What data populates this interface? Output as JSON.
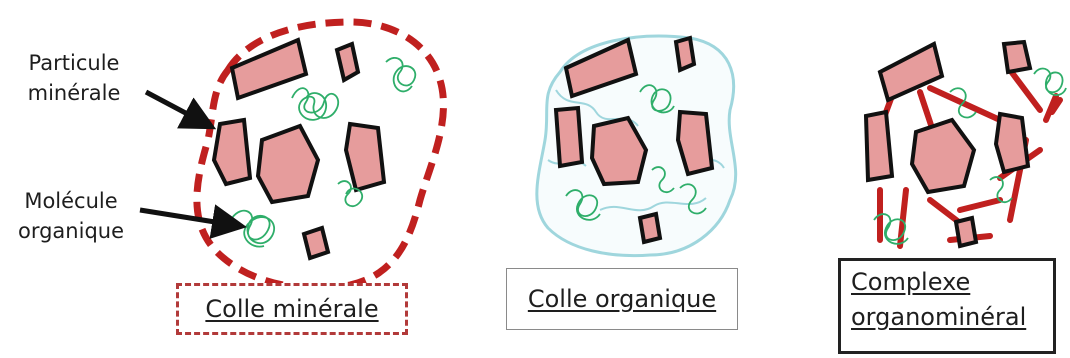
{
  "labels": {
    "particle_line1": "Particule",
    "particle_line2": "minérale",
    "molecule_line1": "Molécule",
    "molecule_line2": "organique"
  },
  "captions": {
    "mineral_glue": "Colle minérale",
    "organic_glue": "Colle organique",
    "complex_line1": "Complexe",
    "complex_line2": "organominéral"
  },
  "colors": {
    "particle_fill": "#e69c9c",
    "particle_outline": "#111111",
    "mineral_glue": "#c0201f",
    "organic_glue": "#9fd6dd",
    "molecule": "#2fae6a",
    "arrow": "#111111"
  }
}
